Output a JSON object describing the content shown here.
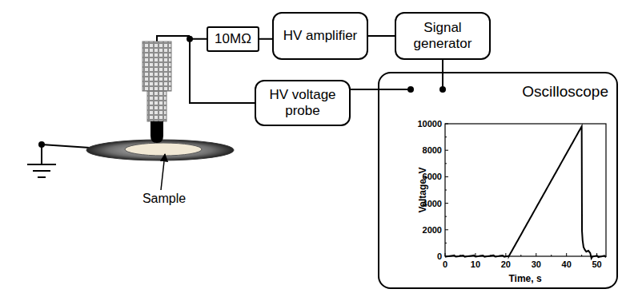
{
  "diagram": {
    "nodes": [
      {
        "text": [
          "10MΩ"
        ]
      },
      {
        "text": [
          "HV amplifier"
        ]
      },
      {
        "text": [
          "Signal generator"
        ]
      },
      {
        "text": [
          "HV voltage probe"
        ]
      },
      {
        "text": [
          "Oscilloscope"
        ]
      }
    ],
    "edges": [
      {
        "from": 0,
        "to": 1,
        "arrow": "none"
      },
      {
        "from": 1,
        "to": 2,
        "arrow": "none"
      },
      {
        "from": 2,
        "to": 4,
        "arrow": "none"
      },
      {
        "from": 3,
        "to": 4,
        "arrow": "none"
      },
      {
        "from": 0,
        "to": 3,
        "arrow": "none"
      }
    ],
    "labels": [
      "Sample",
      "Voltage, V",
      "Time, s",
      "0",
      "2000",
      "4000",
      "6000",
      "8000",
      "10000",
      "0",
      "10",
      "20",
      "30",
      "40",
      "50"
    ]
  }
}
